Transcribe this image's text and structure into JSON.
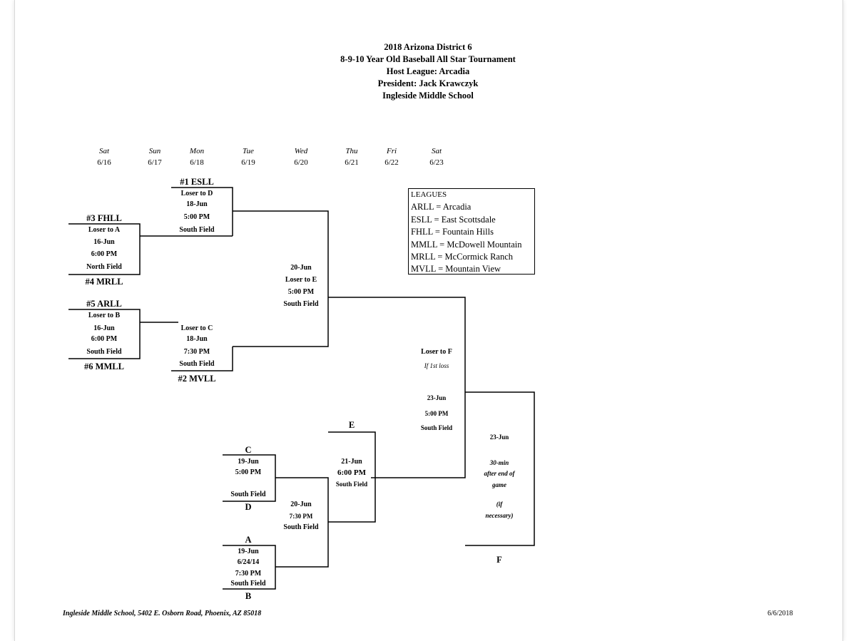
{
  "header": {
    "line1": "2018 Arizona District 6",
    "line2": "8-9-10 Year Old Baseball All Star Tournament",
    "line3": "Host League: Arcadia",
    "line4": "President: Jack Krawczyk",
    "line5": "Ingleside Middle School"
  },
  "days": [
    {
      "day": "Sat",
      "date": "6/16"
    },
    {
      "day": "Sun",
      "date": "6/17"
    },
    {
      "day": "Mon",
      "date": "6/18"
    },
    {
      "day": "Tue",
      "date": "6/19"
    },
    {
      "day": "Wed",
      "date": "6/20"
    },
    {
      "day": "Thu",
      "date": "6/21"
    },
    {
      "day": "Fri",
      "date": "6/22"
    },
    {
      "day": "Sat",
      "date": "6/23"
    }
  ],
  "seeds": {
    "s1": "#1  ESLL",
    "s2": "#2  MVLL",
    "s3": "#3  FHLL",
    "s4": "#4 MRLL",
    "s5": "#5  ARLL",
    "s6": "#6  MMLL"
  },
  "games": {
    "A": {
      "loser": "Loser to A",
      "date": "16-Jun",
      "time": "6:00 PM",
      "field": "North Field"
    },
    "B": {
      "loser": "Loser to B",
      "date": "16-Jun",
      "time": "6:00 PM",
      "field": "South Field"
    },
    "D": {
      "loser": "Loser to D",
      "date": "18-Jun",
      "time": "5:00 PM",
      "field": "South Field"
    },
    "Cg": {
      "loser": "Loser to C",
      "date": "18-Jun",
      "time": "7:30 PM",
      "field": "South Field"
    },
    "E": {
      "date": "20-Jun",
      "loser": "Loser to E",
      "time": "5:00 PM",
      "field": "South Field"
    },
    "F": {
      "loser": "Loser to F",
      "note": "If 1st loss",
      "date": "23-Jun",
      "time": "5:00 PM",
      "field": "South Field"
    },
    "final": {
      "date": "23-Jun",
      "line1": "30-min",
      "line2": "after end of",
      "line3": "game",
      "line4": "(if",
      "line5": "necessary)",
      "label": "F"
    },
    "lc": {
      "top": "C",
      "date": "19-Jun",
      "time": "5:00 PM",
      "field": "South Field",
      "bottom": "D"
    },
    "la": {
      "top": "A",
      "date": "19-Jun",
      "extra": "6/24/14",
      "time": "7:30 PM",
      "field": "South Field",
      "bottom": "B"
    },
    "lw": {
      "date": "20-Jun",
      "time": "7:30 PM",
      "field": "South Field"
    },
    "le": {
      "top": "E",
      "date": "21-Jun",
      "time": "6:00 PM",
      "field": "South Field"
    }
  },
  "legend": {
    "title": "LEAGUES",
    "items": [
      "ARLL = Arcadia",
      "ESLL = East Scottsdale",
      "FHLL = Fountain Hills",
      "MMLL = McDowell Mountain",
      "MRLL = McCormick Ranch",
      "MVLL = Mountain View"
    ]
  },
  "footer": {
    "address": "Ingleside Middle School, 5402 E. Osborn Road, Phoenix, AZ 85018",
    "date": "6/6/2018"
  }
}
